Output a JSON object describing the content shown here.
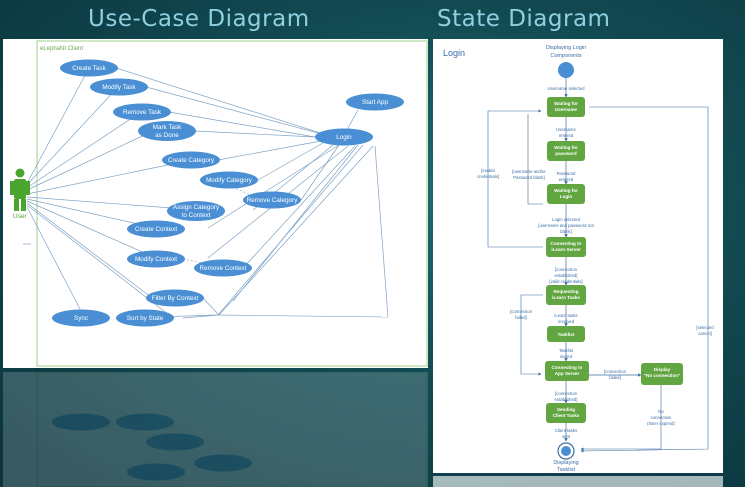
{
  "headings": {
    "use_case": "Use-Case Diagram",
    "state": "State Diagram"
  },
  "use_case": {
    "system_name": "eLephaNt Client",
    "actor": "User",
    "cases": {
      "create_task": "Create Task",
      "modify_task": "Modify Task",
      "remove_task": "Remove Task",
      "mark_task_done": [
        "Mark Task",
        "as Done"
      ],
      "create_category": "Create Category",
      "modify_category": "Modify Category",
      "remove_category": "Remove Category",
      "assign_category": [
        "Assign Category",
        "to Context"
      ],
      "create_context": "Create Context",
      "modify_context": "Modify Context",
      "remove_context": "Remove Context",
      "filter_by_context": "Filter By Context",
      "sort_by_state": "Sort by State",
      "sync": "Sync",
      "login": "Login",
      "start_app": "Start App"
    }
  },
  "state": {
    "title": "Login",
    "start_label": [
      "Displaying Login",
      "Components"
    ],
    "states": {
      "waiting_username": [
        "Waiting for",
        "Username"
      ],
      "waiting_password": [
        "Waiting for",
        "password"
      ],
      "waiting_login": [
        "Waiting for",
        "Login"
      ],
      "connecting_server": [
        "Connecting to",
        "iLearn Server"
      ],
      "requesting_tasks": [
        "Requesting",
        "iLearn Tasks"
      ],
      "tasklist": [
        "Tasklist"
      ],
      "connecting_app": [
        "Connecting to",
        "App Server"
      ],
      "display_no_connection": [
        "Display",
        "\"No connection\""
      ],
      "sending_tasks": [
        "Sending",
        "Client Tasks"
      ]
    },
    "end_label": [
      "Displaying",
      "Tasklist"
    ],
    "transitions": {
      "t1": [
        "Username selected"
      ],
      "t2": [
        "Username",
        "entered"
      ],
      "t3": [
        "Password",
        "entered"
      ],
      "t4": [
        "Login selected",
        "[username and password not",
        "blank]"
      ],
      "t5": [
        "[connection",
        "established]",
        "[valid credentials]"
      ],
      "t6": [
        "iLearn tasks",
        "received"
      ],
      "t7": [
        "Tasklist",
        "stored"
      ],
      "t8": [
        "[connection",
        "established]"
      ],
      "t9": [
        "Client tasks",
        "sent"
      ],
      "invalid": [
        "[invalid",
        "credentials]"
      ],
      "blank": [
        "[username and/or",
        "Password blank]"
      ],
      "failed1": [
        "[connection",
        "failed]"
      ],
      "failed2": [
        "[connection",
        "failed]"
      ],
      "no_conn": [
        "No",
        "connection",
        "(timer expired)"
      ],
      "cancel": [
        "[selected",
        "cancel]"
      ]
    }
  }
}
